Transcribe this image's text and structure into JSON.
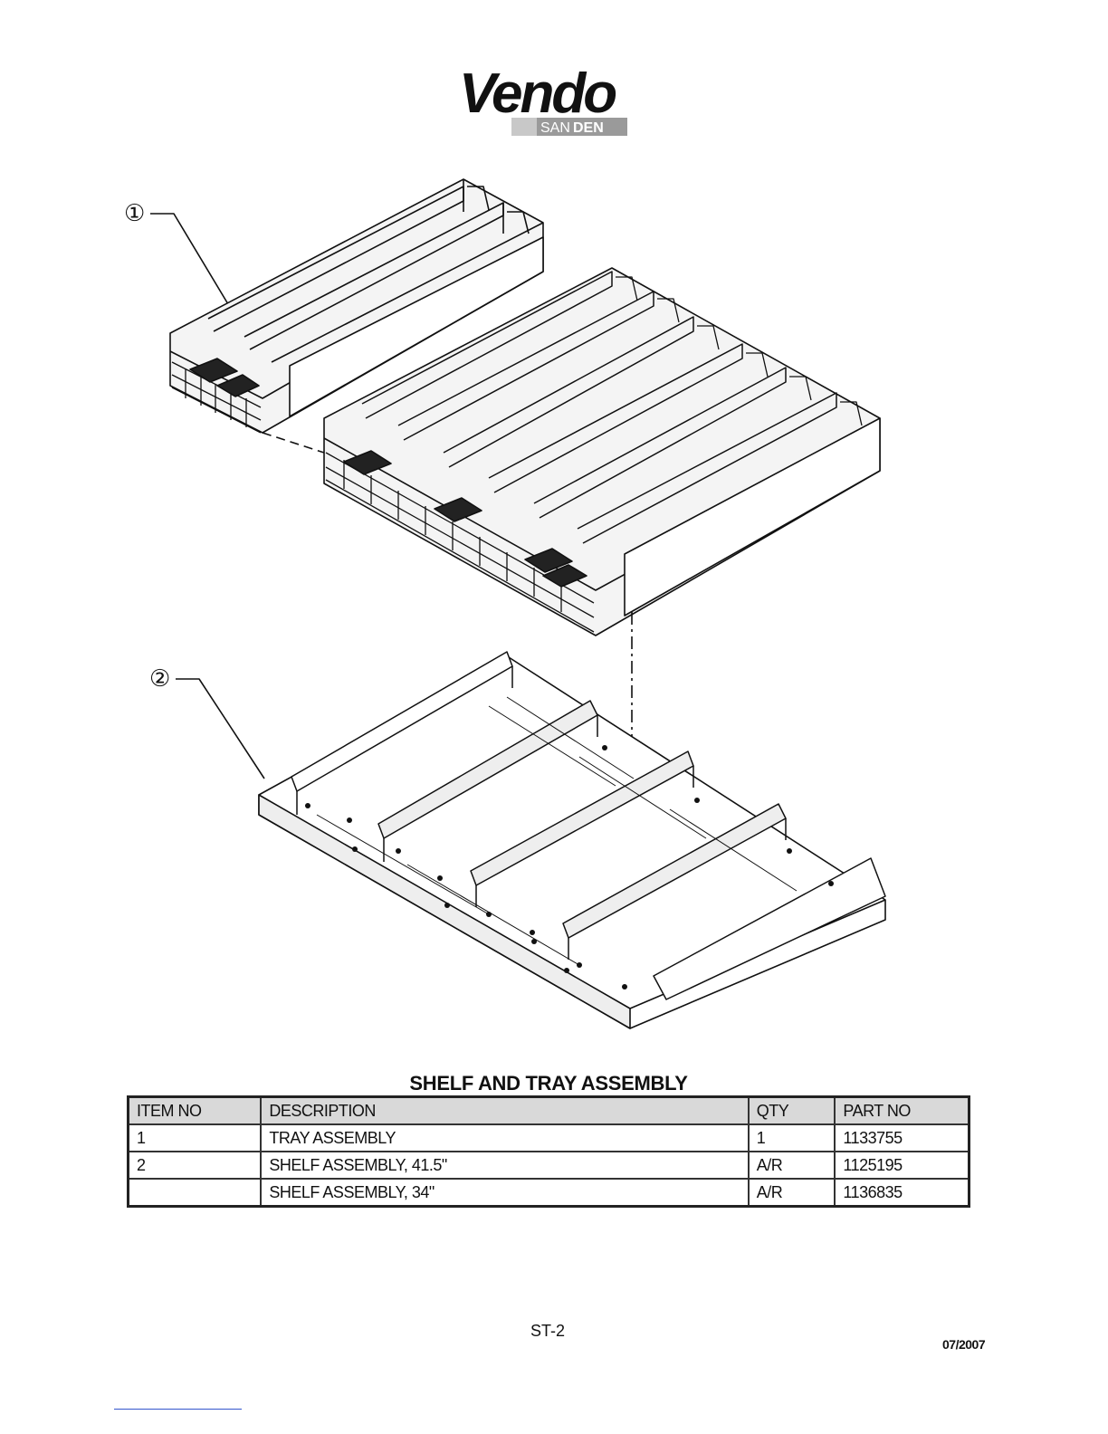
{
  "logo": {
    "brand": "Vendo",
    "sub_left": "SAN",
    "sub_right": "DEN"
  },
  "callouts": {
    "one": "①",
    "two": "②"
  },
  "table": {
    "title": "SHELF AND TRAY ASSEMBLY",
    "headers": [
      "ITEM NO",
      "DESCRIPTION",
      "QTY",
      "PART NO"
    ],
    "rows": [
      [
        "1",
        "TRAY ASSEMBLY",
        "1",
        "1133755"
      ],
      [
        "2",
        "SHELF ASSEMBLY, 41.5\"",
        "A/R",
        "1125195"
      ],
      [
        "",
        "SHELF ASSEMBLY, 34\"",
        "A/R",
        "1136835"
      ]
    ]
  },
  "footer": {
    "page": "ST-2",
    "date": "07/2007"
  }
}
